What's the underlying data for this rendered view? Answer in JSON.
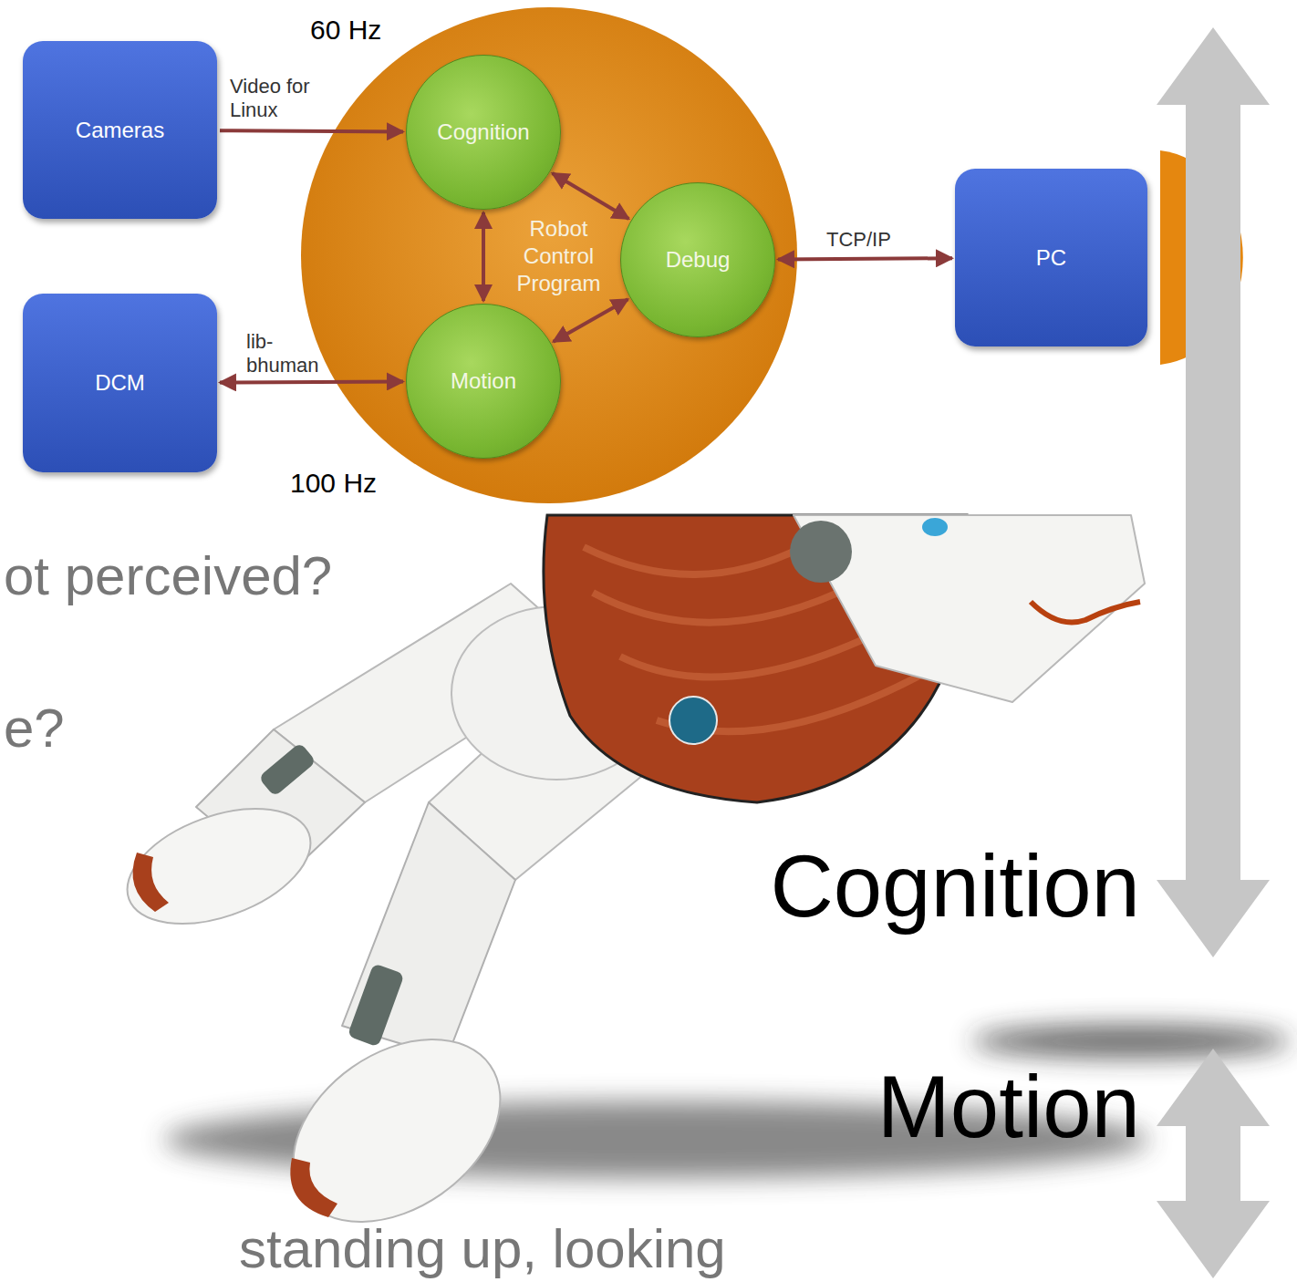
{
  "diagram": {
    "nodes": [
      {
        "text": [
          "Cameras"
        ]
      },
      {
        "text": [
          "Robot Control Program"
        ]
      },
      {
        "text": [
          "Cognition"
        ],
        "in": 1
      },
      {
        "text": [
          "Debug"
        ],
        "in": 1
      },
      {
        "text": [
          "Motion"
        ],
        "in": 1
      },
      {
        "text": [
          "DCM"
        ]
      },
      {
        "text": [
          "PC"
        ]
      }
    ],
    "edges": [
      {
        "from": 0,
        "to": 2,
        "arrow": "to",
        "label": "Video for Linux"
      },
      {
        "from": 2,
        "to": 3,
        "arrow": "both"
      },
      {
        "from": 2,
        "to": 4,
        "arrow": "both"
      },
      {
        "from": 4,
        "to": 3,
        "arrow": "both"
      },
      {
        "from": 5,
        "to": 4,
        "arrow": "both",
        "label": "lib- bhuman"
      },
      {
        "from": 3,
        "to": 6,
        "arrow": "both",
        "label": "TCP/IP"
      }
    ],
    "labels": [
      "60 Hz",
      "100 Hz",
      "ot perceived?",
      "e?",
      "standing up, looking",
      "Cognition",
      "Motion"
    ]
  }
}
